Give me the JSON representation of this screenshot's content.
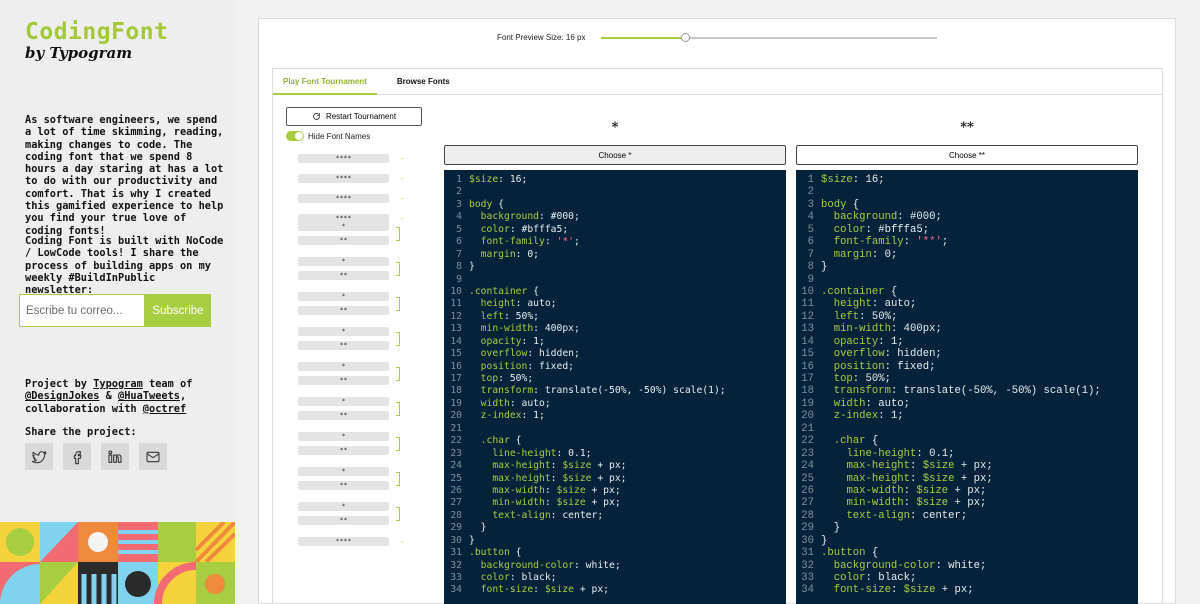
{
  "sidebar": {
    "logo": "CodingFont",
    "logo_sub": "by Typogram",
    "intro": "As software engineers, we spend a lot of time skimming, reading, making changes to code. The coding font that we spend 8 hours a day staring at has a lot to do with our productivity and comfort. That is why I created this gamified experience to help you find your true love of coding fonts!",
    "intro2": "Coding Font is built with NoCode / LowCode tools! I share the process of building apps on my weekly #BuildInPublic newsletter:",
    "email_placeholder": "Escribe tu correo...",
    "subscribe_label": "Subscribe",
    "credits": {
      "p1": "Project by ",
      "link1": "Typogram",
      "p2": " team of ",
      "link2": "@DesignJokes",
      "p3": " & ",
      "link3": "@HuaTweets",
      "p4": ", collaboration with ",
      "link4": "@octref"
    },
    "share_title": "Share the project:",
    "share_icons": [
      "twitter-icon",
      "facebook-icon",
      "linkedin-icon",
      "mail-icon"
    ]
  },
  "main": {
    "preview_label": "Font Preview Size: 16 px",
    "preview_size": 16,
    "slider_fraction": 0.25,
    "tabs": [
      {
        "label": "Play Font Tournament",
        "active": true
      },
      {
        "label": "Browse Fonts",
        "active": false
      }
    ],
    "restart_label": "Restart Tournament",
    "hide_names_label": "Hide Font Names",
    "hide_names_on": true,
    "bracket": {
      "top_slots": [
        "****",
        "****",
        "****",
        "****"
      ],
      "pairs": [
        [
          "*",
          "**"
        ],
        [
          "*",
          "**"
        ],
        [
          "*",
          "**"
        ],
        [
          "*",
          "**"
        ],
        [
          "*",
          "**"
        ],
        [
          "*",
          "**"
        ],
        [
          "*",
          "**"
        ],
        [
          "*",
          "**"
        ],
        [
          "*",
          "**"
        ]
      ],
      "bottom_slot": "****"
    },
    "choice_a": {
      "title": "*",
      "button": "Choose *",
      "font_family_value": "'*'"
    },
    "choice_b": {
      "title": "**",
      "button": "Choose **",
      "font_family_value": "'**'"
    }
  },
  "colors": {
    "accent": "#a7cd40",
    "code_bg": "#04233a"
  }
}
